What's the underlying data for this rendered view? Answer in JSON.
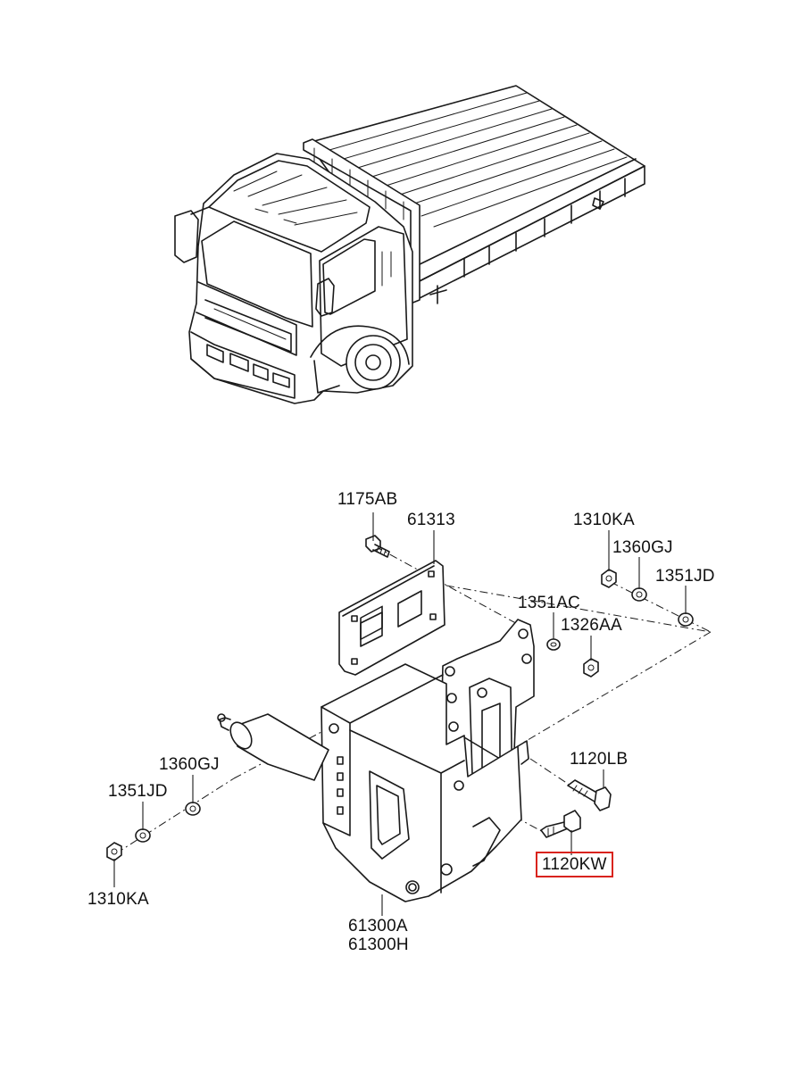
{
  "labels": {
    "l1175AB": "1175AB",
    "l61313": "61313",
    "l1310KA_top": "1310KA",
    "l1360GJ_top": "1360GJ",
    "l1351JD_top": "1351JD",
    "l1351AC": "1351AC",
    "l1326AA": "1326AA",
    "l1120LB": "1120LB",
    "l1120KW": "1120KW",
    "l1360GJ_left": "1360GJ",
    "l1351JD_left": "1351JD",
    "l1310KA_left": "1310KA",
    "l61300A": "61300A",
    "l61300H": "61300H"
  },
  "highlight_color": "#d9231d"
}
